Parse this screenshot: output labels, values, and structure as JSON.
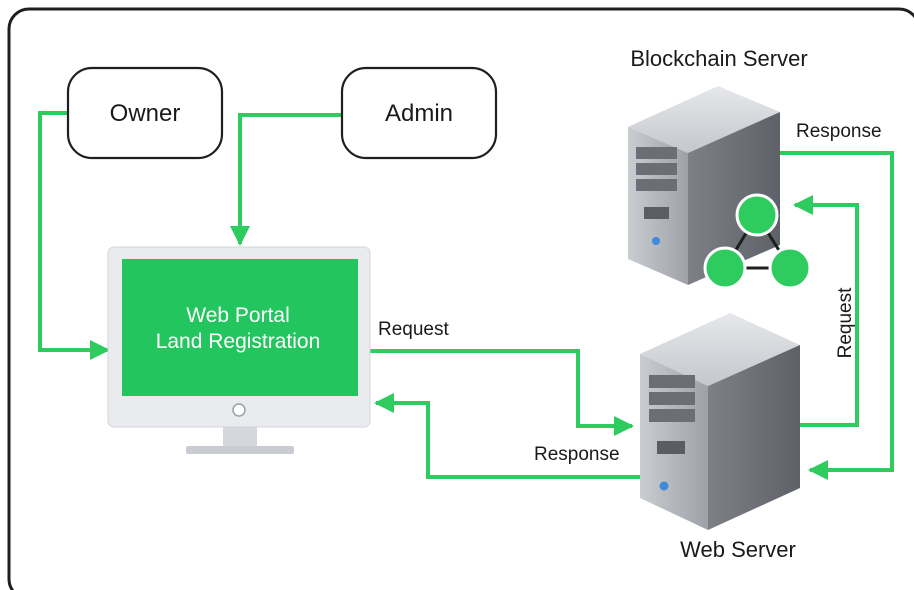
{
  "diagram": {
    "actors": {
      "owner": "Owner",
      "admin": "Admin"
    },
    "portal": {
      "line1": "Web Portal",
      "line2": "Land Registration"
    },
    "servers": {
      "blockchain": "Blockchain Server",
      "web": "Web Server"
    },
    "edges": {
      "portal_to_web": "Request",
      "web_to_portal": "Response",
      "web_to_blockchain": "Request",
      "blockchain_to_web": "Response"
    },
    "colors": {
      "accent_green": "#2ecc5e",
      "screen_green": "#22c55e",
      "frame": "#1f1f1f",
      "server_body": "#a9adb3"
    }
  }
}
